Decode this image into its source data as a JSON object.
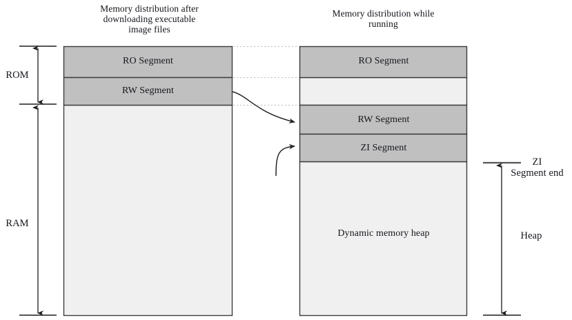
{
  "figure": {
    "kind": "memory-layout-diagram",
    "background_color": "#ffffff",
    "segment_fill": "#c0c0c0",
    "empty_fill": "#f0f0f0",
    "outline_color": "#3b3b3b",
    "dotted_color": "#b9b9b9",
    "arrow_color": "#262626"
  },
  "columns": {
    "left": {
      "title": "Memory distribution after\ndownloading executable\nimage files",
      "segments": [
        {
          "label": "RO Segment",
          "type": "filled"
        },
        {
          "label": "RW Segment",
          "type": "filled"
        },
        {
          "label": "",
          "type": "empty"
        }
      ]
    },
    "right": {
      "title": "Memory distribution while\nrunning",
      "segments": [
        {
          "label": "RO Segment",
          "type": "filled"
        },
        {
          "label": "",
          "type": "empty"
        },
        {
          "label": "RW Segment",
          "type": "filled"
        },
        {
          "label": "ZI Segment",
          "type": "filled"
        },
        {
          "label": "Dynamic memory heap",
          "type": "empty"
        }
      ]
    }
  },
  "brackets": {
    "left": [
      {
        "label": "ROM",
        "span": "RO Segment through RW Segment"
      },
      {
        "label": "RAM",
        "span": "below RW Segment to bottom"
      }
    ],
    "right": [
      {
        "label": "ZI\nSegment end",
        "span": "marker at top of heap"
      },
      {
        "label": "Heap",
        "span": "ZI Segment end to bottom"
      }
    ]
  },
  "connectors": [
    {
      "from": "left RW Segment",
      "to": "right RW Segment",
      "style": "curved-arrow"
    },
    {
      "from": "left empty area",
      "to": "right ZI Segment",
      "style": "curved-arrow"
    },
    {
      "from": "left RO Segment top",
      "to": "right RO Segment top",
      "style": "dotted"
    },
    {
      "from": "left RO/RW boundary",
      "to": "right RO bottom",
      "style": "dotted"
    },
    {
      "from": "left RW bottom",
      "to": "right RW top",
      "style": "dotted"
    }
  ]
}
